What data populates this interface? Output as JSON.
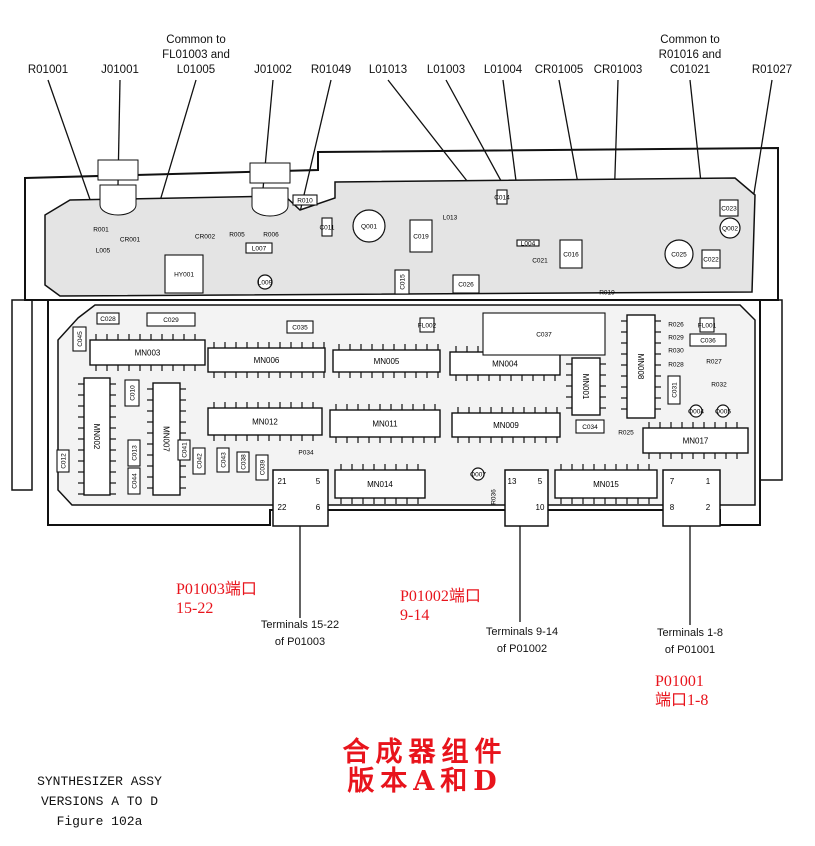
{
  "callouts": [
    {
      "lines": [
        "R01001"
      ]
    },
    {
      "lines": [
        "J01001"
      ]
    },
    {
      "lines": [
        "Common to",
        "FL01003 and",
        "L01005"
      ]
    },
    {
      "lines": [
        "J01002"
      ]
    },
    {
      "lines": [
        "R01049"
      ]
    },
    {
      "lines": [
        "L01013"
      ]
    },
    {
      "lines": [
        "L01003"
      ]
    },
    {
      "lines": [
        "L01004"
      ]
    },
    {
      "lines": [
        "CR01005"
      ]
    },
    {
      "lines": [
        "CR01003"
      ]
    },
    {
      "lines": [
        "Common to",
        "R01016 and",
        "C01021"
      ]
    },
    {
      "lines": [
        "R01027"
      ]
    }
  ],
  "terminals": [
    {
      "line1": "Terminals 15-22",
      "line2": "of P01003"
    },
    {
      "line1": "Terminals 9-14",
      "line2": "of P01002"
    },
    {
      "line1": "Terminals 1-8",
      "line2": "of P01001"
    }
  ],
  "red_labels": [
    {
      "line1": "P01003端口",
      "line2": "15-22"
    },
    {
      "line1": "P01002端口",
      "line2": "9-14"
    },
    {
      "line1": "P01001",
      "line2": "端口1-8"
    }
  ],
  "title_cn": {
    "line1": "合成器组件",
    "line2": "版本A和D"
  },
  "caption": {
    "line1": "SYNTHESIZER ASSY",
    "line2": "VERSIONS A TO D",
    "line3": "Figure 102a"
  },
  "ics": [
    "MN003",
    "MN006",
    "MN005",
    "MN004",
    "MN001",
    "MN008",
    "MN002",
    "MN007",
    "MN012",
    "MN011",
    "MN009",
    "MN017",
    "MN014",
    "MN015"
  ],
  "parts": [
    "C028",
    "C029",
    "C035",
    "C037",
    "C045",
    "C010",
    "C012",
    "C013",
    "C044",
    "C042",
    "C043",
    "C041",
    "C038",
    "C039",
    "C034",
    "C031",
    "C036",
    "R027",
    "R026",
    "R029",
    "R030",
    "R028",
    "R032",
    "Q004",
    "Q005",
    "Q007",
    "R025",
    "P034",
    "HY001",
    "Q001",
    "L009",
    "C025",
    "C016",
    "C015",
    "C019",
    "C026",
    "C023",
    "C022",
    "L004",
    "C021",
    "L013",
    "C014",
    "R019",
    "R001",
    "CR001",
    "CR002",
    "L005",
    "R010",
    "C011",
    "L007",
    "R005",
    "R006",
    "FL002",
    "FL001",
    "R036",
    "Q002"
  ],
  "connector_pins": [
    "21",
    "5",
    "22",
    "6",
    "13",
    "5",
    "10",
    "7",
    "1",
    "8",
    "2"
  ],
  "colors": {
    "annotation_red": "#e8141c",
    "ink": "#111111"
  }
}
